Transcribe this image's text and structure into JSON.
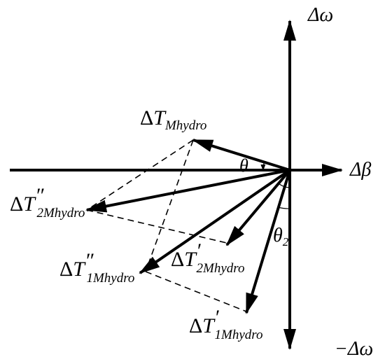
{
  "axes": {
    "x_label": "Δβ",
    "y_label": "Δω",
    "y_neg_label": "−Δω"
  },
  "vectors": {
    "mhydro": {
      "delta": "Δ",
      "T": "T",
      "sub": "Mhydro",
      "prime": ""
    },
    "second_2": {
      "delta": "Δ",
      "T": "T",
      "prime": "″",
      "sub": "2Mhydro"
    },
    "second_1": {
      "delta": "Δ",
      "T": "T",
      "prime": "″",
      "sub": "1Mhydro"
    },
    "prime_2": {
      "delta": "Δ",
      "T": "T",
      "prime": "′",
      "sub": "2Mhydro"
    },
    "prime_1": {
      "delta": "Δ",
      "T": "T",
      "prime": "′",
      "sub": "1Mhydro"
    }
  },
  "angles": {
    "theta": "θ",
    "theta2_sym": "θ",
    "theta2_sub": "2"
  }
}
